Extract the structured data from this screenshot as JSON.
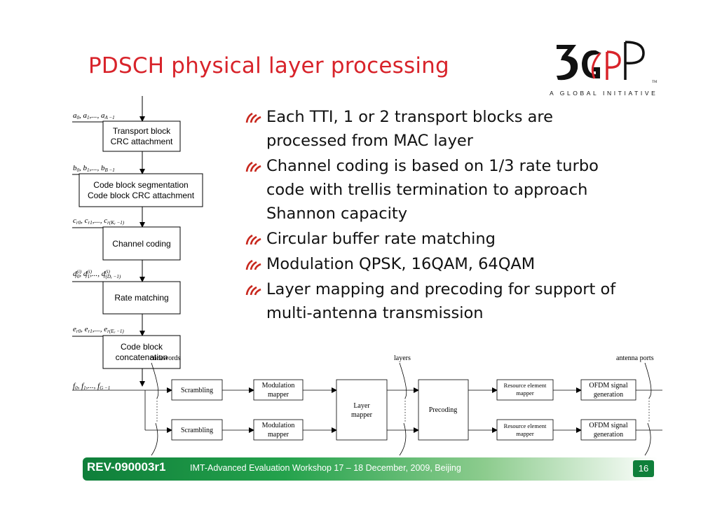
{
  "slide": {
    "title": "PDSCH physical layer processing",
    "page_number": "16"
  },
  "logo": {
    "tagline": "A GLOBAL INITIATIVE",
    "tm": "TM"
  },
  "bullets": [
    [
      "Each  TTI, 1 or 2 transport blocks are",
      "processed from MAC layer"
    ],
    [
      "Channel coding is based on 1/3 rate turbo",
      "code with trellis termination to approach",
      "Shannon capacity"
    ],
    [
      "Circular buffer rate matching"
    ],
    [
      "Modulation QPSK, 16QAM, 64QAM"
    ],
    [
      "Layer mapping and precoding for support of",
      "multi-antenna transmission"
    ]
  ],
  "chain": {
    "blocks": [
      [
        "Transport block",
        "CRC attachment"
      ],
      [
        "Code block segmentation",
        "Code block CRC attachment"
      ],
      [
        "Channel coding"
      ],
      [
        "Rate matching"
      ],
      [
        "Code block",
        "concatenation"
      ]
    ]
  },
  "mimo": {
    "codewords_label": "codewords",
    "layers_label": "layers",
    "antenna_ports_label": "antenna ports",
    "scrambling": "Scrambling",
    "modulation_mapper": [
      "Modulation",
      "mapper"
    ],
    "layer_mapper": [
      "Layer",
      "mapper"
    ],
    "precoding": "Precoding",
    "resource_element_mapper": [
      "Resource element",
      "mapper"
    ],
    "ofdm_signal_generation": [
      "OFDM signal",
      "generation"
    ]
  },
  "footer": {
    "doc_id": "REV-090003r1",
    "event": "IMT-Advanced Evaluation Workshop 17 – 18 December, 2009, Beijing"
  },
  "colors": {
    "title": "#d8232a",
    "footer_green": "#0f7f3a",
    "bullet_icon": "#c8281e"
  },
  "icons": {
    "bullet": "triple-arc-bullet-icon"
  }
}
